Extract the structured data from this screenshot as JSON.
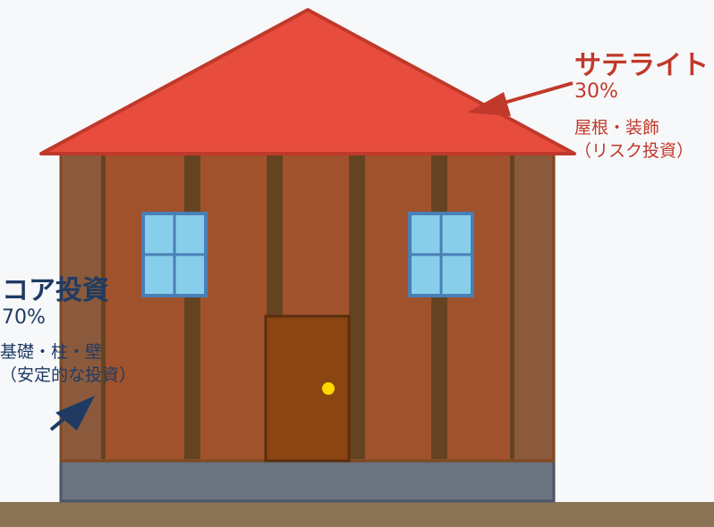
{
  "satellite": {
    "title": "サテライト",
    "percent": "30%",
    "description_line1": "屋根・装飾",
    "description_line2": "（リスク投資）",
    "color": "#c0392b"
  },
  "core": {
    "title": "コア投資",
    "percent": "70%",
    "description_line1": "基礎・柱・壁",
    "description_line2": "（安定的な投資）",
    "color": "#1f3b63"
  },
  "colors": {
    "roof": "#e74c3c",
    "roof_edge": "#c0392b",
    "wall": "#a0522d",
    "wall_edge_panel": "#8b5a3c",
    "pillar": "#654321",
    "window_glass": "#87ceeb",
    "window_frame": "#4a7fb5",
    "door": "#8b4513",
    "door_knob": "#ffd700",
    "foundation": "#6b7280",
    "ground": "#8b7355"
  }
}
